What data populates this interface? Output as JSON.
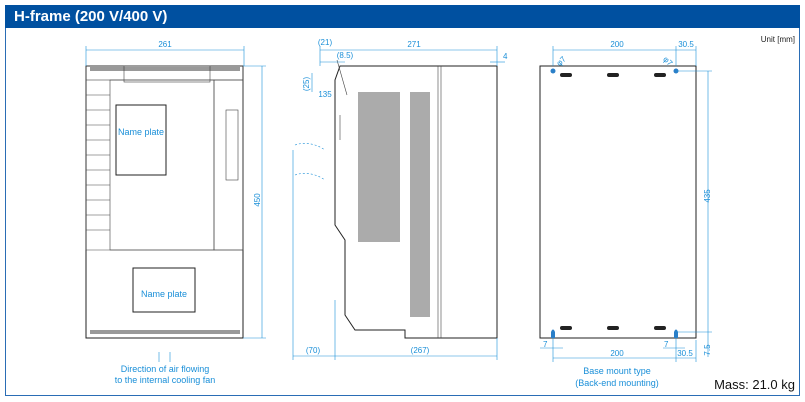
{
  "title": "H-frame (200 V/400 V)",
  "unit": "Unit [mm]",
  "mass": "Mass: 21.0 kg",
  "front_view": {
    "width_dim": "261",
    "height_dim": "450",
    "name_plate_top": "Name plate",
    "name_plate_bottom": "Name plate",
    "airflow_note_line1": "Direction of air flowing",
    "airflow_note_line2": "to the internal cooling fan"
  },
  "side_view": {
    "dim_21": "(21)",
    "dim_271": "271",
    "dim_8_5": "(8.5)",
    "dim_4": "4",
    "dim_25": "(25)",
    "dim_135": "135",
    "dim_70": "(70)",
    "dim_267": "(267)"
  },
  "rear_view": {
    "top_200": "200",
    "top_30_5": "30.5",
    "hole_left": "φ7",
    "hole_right": "φ7",
    "height_435": "435",
    "bottom_7_left": "7",
    "bottom_7_right": "7",
    "bottom_200": "200",
    "bottom_30_5": "30.5",
    "bottom_7_5": "7.5",
    "caption_line1": "Base mount type",
    "caption_line2": "(Back-end mounting)"
  }
}
